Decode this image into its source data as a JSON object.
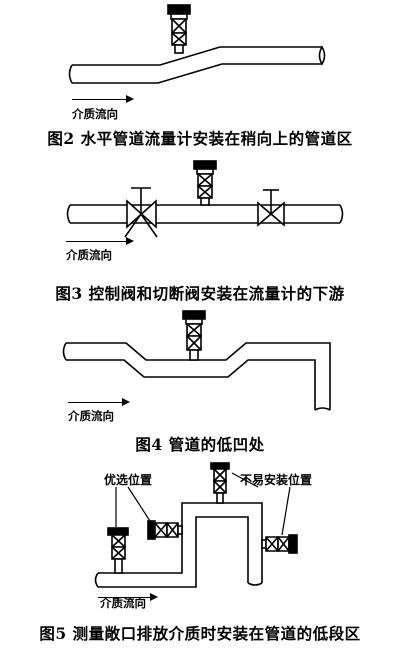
{
  "fig2": {
    "caption": "图2   水平管道流量计安装在稍向上的管道区",
    "flow_label": "介质流向"
  },
  "fig3": {
    "caption": "图3   控制阀和切断阀安装在流量计的下游",
    "flow_label": "介质流向"
  },
  "fig4": {
    "caption": "图4   管道的低凹处",
    "flow_label": "介质流向"
  },
  "fig5": {
    "caption": "图5   测量敞口排放介质时安装在管道的低段区",
    "flow_label": "介质流向",
    "preferred_label": "优选位置",
    "bad_label": "不易安装位置"
  }
}
